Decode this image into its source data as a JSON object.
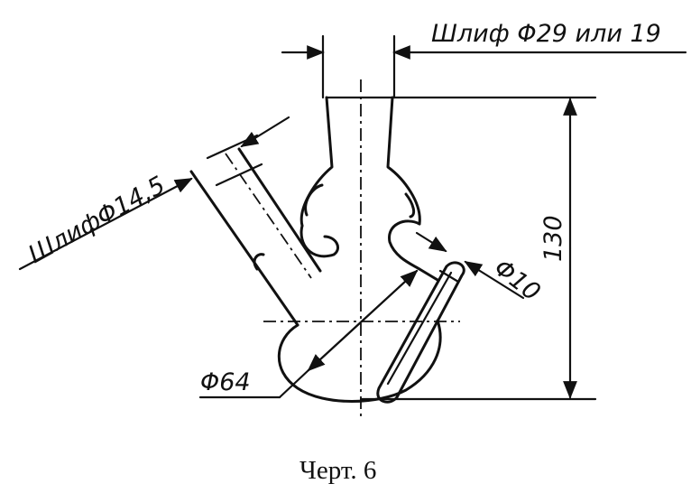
{
  "drawing": {
    "labels": {
      "main_neck_ground": "Шлиф Φ29 или 19",
      "side_neck_ground": "ШлифΦ14,5",
      "height": "130",
      "tube_diameter": "Φ10",
      "flask_diameter": "Φ64"
    },
    "caption": "Черт. 6"
  }
}
